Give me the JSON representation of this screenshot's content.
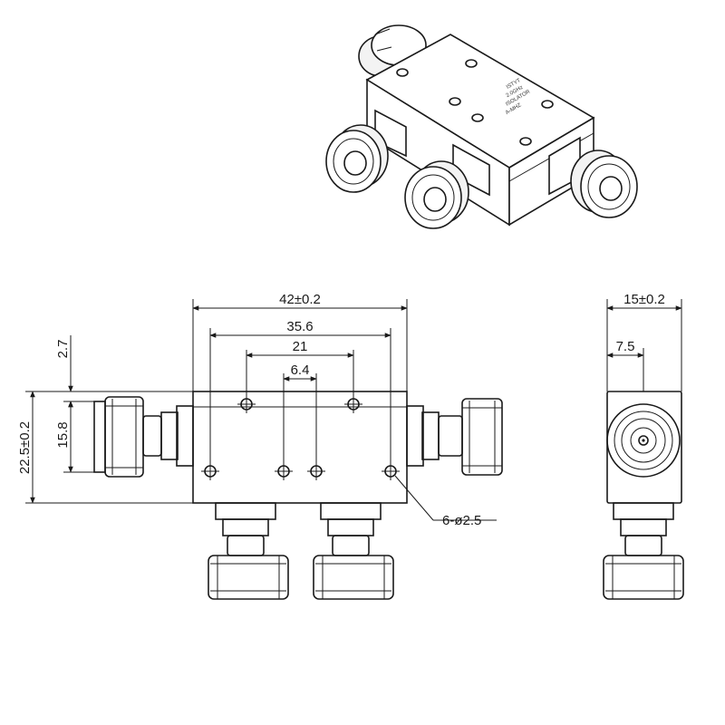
{
  "dimensions": {
    "width_overall": "42±0.2",
    "hole_span_outer": "35.6",
    "hole_span_inner": "21",
    "hole_span_center": "6.4",
    "height_overall": "22.5±0.2",
    "height_offset": "2.7",
    "connector_height": "15.8",
    "side_width": "15±0.2",
    "side_half": "7.5",
    "hole_callout": "6-ø2.5"
  },
  "product_label": [
    "ISTYT",
    "2.0GHz",
    "ISOLATOR",
    "A-MHZ"
  ]
}
